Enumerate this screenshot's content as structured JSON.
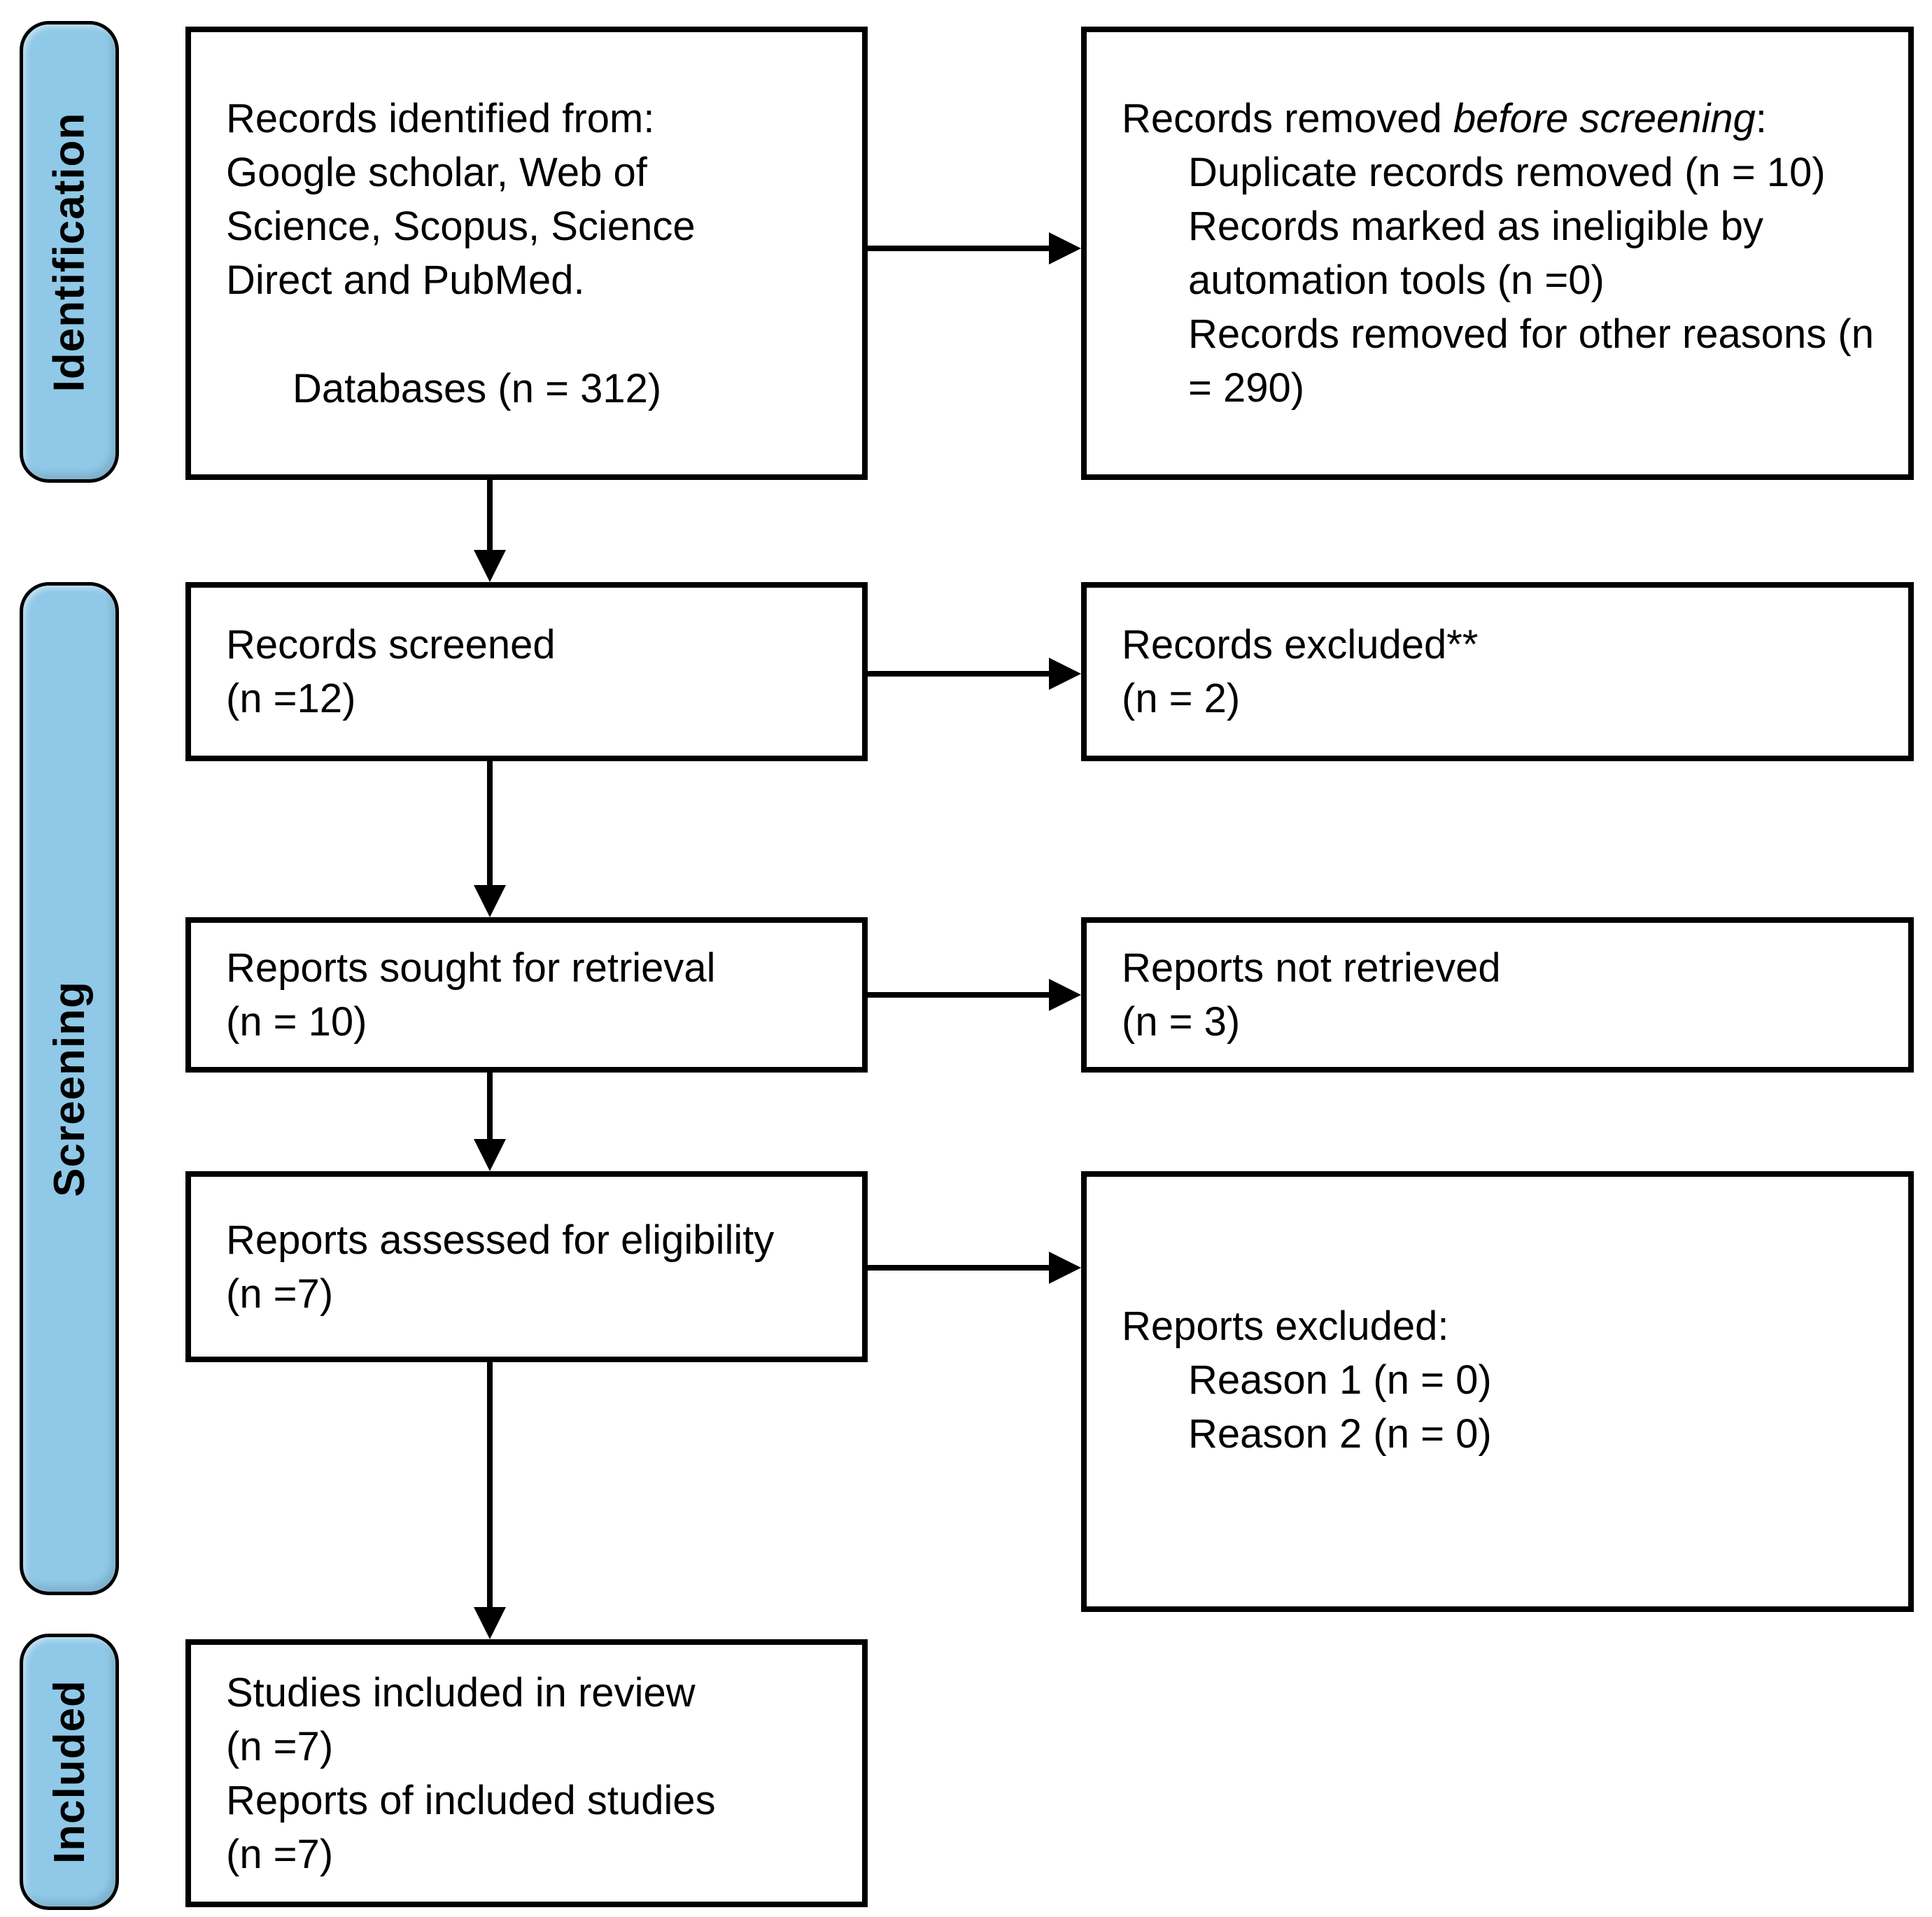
{
  "colors": {
    "stage_fill": "#8FC9E7",
    "stage_border": "#000000",
    "box_border": "#000000",
    "arrow": "#000000",
    "text": "#000000",
    "background": "#FFFFFF"
  },
  "stages": [
    {
      "label": "Identification"
    },
    {
      "label": "Screening"
    },
    {
      "label": "Included"
    }
  ],
  "boxes": {
    "identified": {
      "text": "Records identified from: Google scholar, Web of Science, Scopus, Science Direct and PubMed.",
      "databases": "Databases (n = 312)"
    },
    "removed": {
      "prefix": "Records removed ",
      "italic": "before screening",
      "suffix": ":",
      "items": [
        "Duplicate records removed (n = 10)",
        "Records marked as ineligible by automation tools (n =0)",
        "Records removed for other reasons (n = 290)"
      ]
    },
    "screened": {
      "line1": "Records screened",
      "line2": "(n =12)"
    },
    "excluded": {
      "line1": "Records excluded**",
      "line2": "(n = 2)"
    },
    "sought": {
      "line1": "Reports sought for retrieval",
      "line2": "(n = 10)"
    },
    "not_retrieved": {
      "line1": "Reports not retrieved",
      "line2": "(n = 3)"
    },
    "assessed": {
      "line1": "Reports assessed for eligibility",
      "line2": "(n =7)"
    },
    "reports_excluded": {
      "title": "Reports excluded:",
      "items": [
        "Reason 1 (n = 0)",
        "Reason 2 (n = 0)"
      ]
    },
    "included": {
      "lines": [
        "Studies included in review",
        "(n =7)",
        "Reports of included studies",
        "(n =7)"
      ]
    }
  }
}
